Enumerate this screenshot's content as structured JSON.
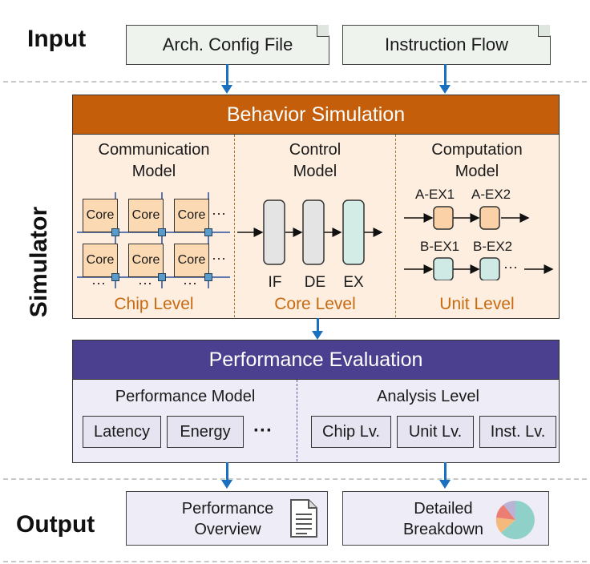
{
  "labels": {
    "input": "Input",
    "simulator": "Simulator",
    "output": "Output"
  },
  "inputs": {
    "arch_config": "Arch. Config File",
    "instruction_flow": "Instruction Flow"
  },
  "behavior": {
    "title": "Behavior Simulation",
    "communication": {
      "title_line1": "Communication",
      "title_line2": "Model",
      "level": "Chip Level",
      "core_label": "Core",
      "ellipsis": "···"
    },
    "control": {
      "title_line1": "Control",
      "title_line2": "Model",
      "level": "Core Level",
      "stages": [
        "IF",
        "DE",
        "EX"
      ]
    },
    "computation": {
      "title_line1": "Computation",
      "title_line2": "Model",
      "level": "Unit Level",
      "units": [
        "A-EX1",
        "A-EX2",
        "B-EX1",
        "B-EX2"
      ],
      "ellipsis": "···"
    }
  },
  "performance": {
    "title": "Performance Evaluation",
    "model": {
      "title": "Performance Model",
      "items": [
        "Latency",
        "Energy"
      ],
      "ellipsis": "···"
    },
    "analysis": {
      "title": "Analysis Level",
      "items": [
        "Chip Lv.",
        "Unit Lv.",
        "Inst. Lv."
      ]
    }
  },
  "outputs": {
    "overview": {
      "line1": "Performance",
      "line2": "Overview"
    },
    "breakdown": {
      "line1": "Detailed",
      "line2": "Breakdown"
    }
  },
  "colors": {
    "behavior_header": "#c45e0a",
    "behavior_bg": "#fdeedf",
    "level_text": "#c76a10",
    "perf_header": "#4b3f8f",
    "perf_bg": "#eeecf6",
    "arrow": "#1a6fbf",
    "core_fill": "#fbd9b3",
    "stage_grey": "#e4e4e4",
    "stage_teal": "#d3ece6",
    "unit_orange": "#fbd2a8",
    "unit_teal": "#cfe9e5"
  },
  "icons": {
    "document": "document-icon",
    "pie": "pie-chart-icon"
  }
}
